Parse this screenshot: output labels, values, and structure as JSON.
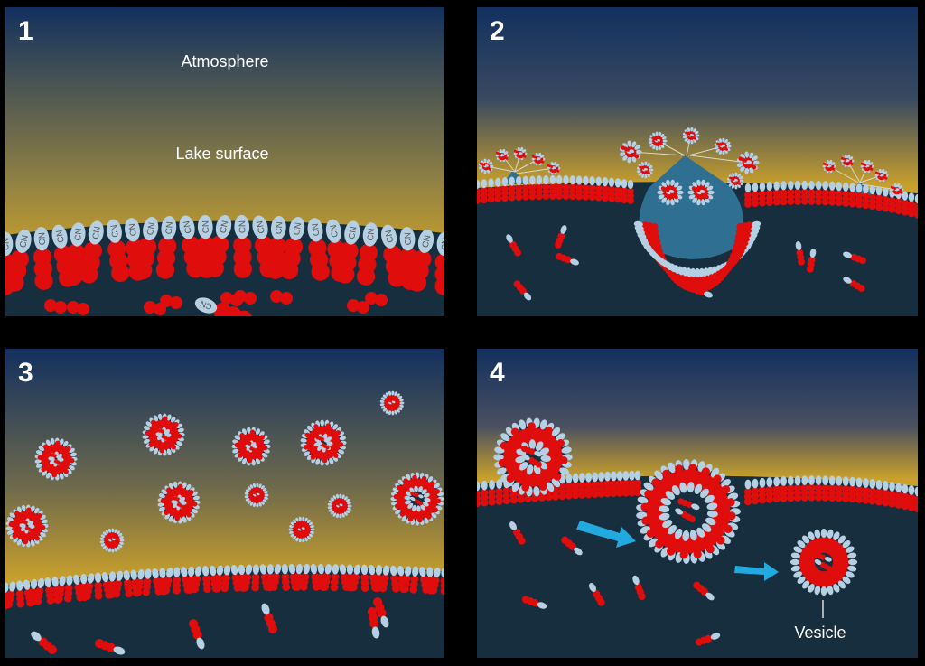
{
  "panels": [
    {
      "number": "1",
      "labels": {
        "atmosphere": "Atmosphere",
        "lake_surface": "Lake surface"
      }
    },
    {
      "number": "2"
    },
    {
      "number": "3"
    },
    {
      "number": "4",
      "labels": {
        "vesicle": "Vesicle"
      }
    }
  ],
  "head_text": "CN",
  "colors": {
    "sky_top": "#13305f",
    "sky_bottom": "#caa02a",
    "water": "#162e3e",
    "head": "#b5cfe3",
    "tail": "#e00d0d",
    "droplet": "#2f6f92",
    "arrow": "#22a9e0"
  }
}
